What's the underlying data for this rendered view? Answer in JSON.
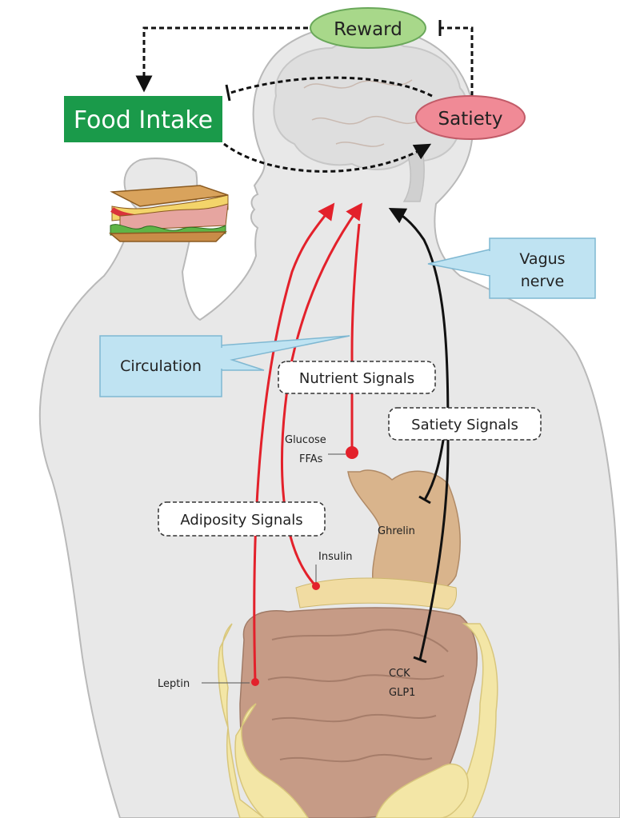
{
  "labels": {
    "food_intake": "Food Intake",
    "reward": "Reward",
    "satiety": "Satiety",
    "vagus_line1": "Vagus",
    "vagus_line2": "nerve",
    "circulation": "Circulation",
    "nutrient_signals": "Nutrient Signals",
    "satiety_signals": "Satiety Signals",
    "adiposity_signals": "Adiposity Signals",
    "glucose": "Glucose",
    "ffas": "FFAs",
    "ghrelin": "Ghrelin",
    "insulin": "Insulin",
    "leptin": "Leptin",
    "cck": "CCK",
    "glp1": "GLP1"
  },
  "colors": {
    "food_intake_box": "#1a9a4a",
    "reward_ellipse": "#a8d88a",
    "satiety_ellipse": "#f08a96",
    "callout_box": "#bfe3f2",
    "signal_red": "#e3212b",
    "signal_black": "#111111",
    "body_fill": "#e8e8e8",
    "body_stroke": "#b9b9b9",
    "fat_yellow": "#f3e6a6",
    "stomach": "#d9b48c",
    "intestine": "#c69b86"
  }
}
